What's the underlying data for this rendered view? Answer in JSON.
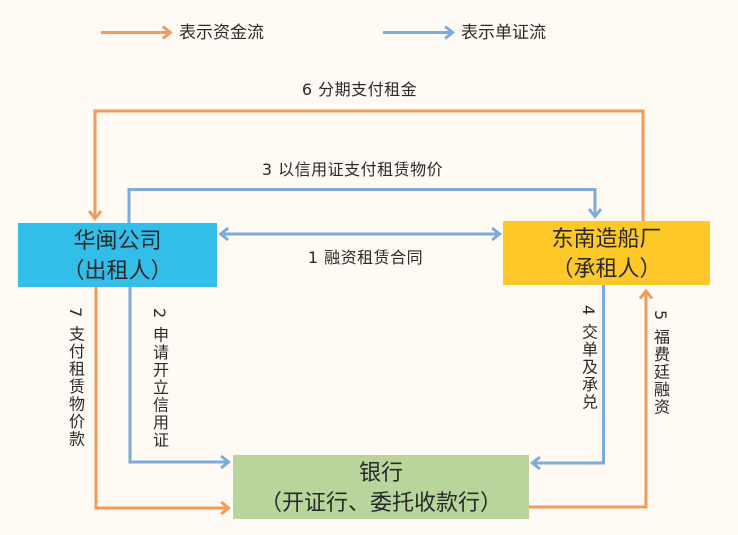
{
  "legend": [
    {
      "type": "money",
      "label": "表示资金流"
    },
    {
      "type": "document",
      "label": "表示单证流"
    }
  ],
  "parties": {
    "lessor": {
      "name": "华闽公司",
      "role": "（出租人）"
    },
    "lessee": {
      "name": "东南造船厂",
      "role": "（承租人）"
    },
    "bank": {
      "name": "银行",
      "role": "（开证行、委托收款行）"
    }
  },
  "flows": [
    {
      "step": 1,
      "label": "1 融资租赁合同",
      "type": "document",
      "from": "lessor",
      "to": "lessee",
      "bidirectional": true
    },
    {
      "step": 2,
      "label": "2 申请开立信用证",
      "type": "document",
      "from": "lessor",
      "to": "bank"
    },
    {
      "step": 3,
      "label": "3 以信用证支付租赁物价",
      "type": "document",
      "from": "lessor",
      "to": "lessee"
    },
    {
      "step": 4,
      "label": "4 交单及承兑",
      "type": "document",
      "from": "lessee",
      "to": "bank"
    },
    {
      "step": 5,
      "label": "5 福费廷融资",
      "type": "money",
      "from": "bank",
      "to": "lessee"
    },
    {
      "step": 6,
      "label": "6 分期支付租金",
      "type": "money",
      "from": "lessee",
      "to": "lessor"
    },
    {
      "step": 7,
      "label": "7 支付租赁物价款",
      "type": "money",
      "from": "lessor",
      "to": "bank"
    }
  ],
  "colors": {
    "background": "#FFFAF3",
    "text": "#2A2A2A",
    "money_flow": "#F39B5A",
    "document_flow": "#7EABD8",
    "lessor_box": "#33BEEA",
    "lessee_box": "#FEC828",
    "bank_box": "#B8D69B"
  }
}
